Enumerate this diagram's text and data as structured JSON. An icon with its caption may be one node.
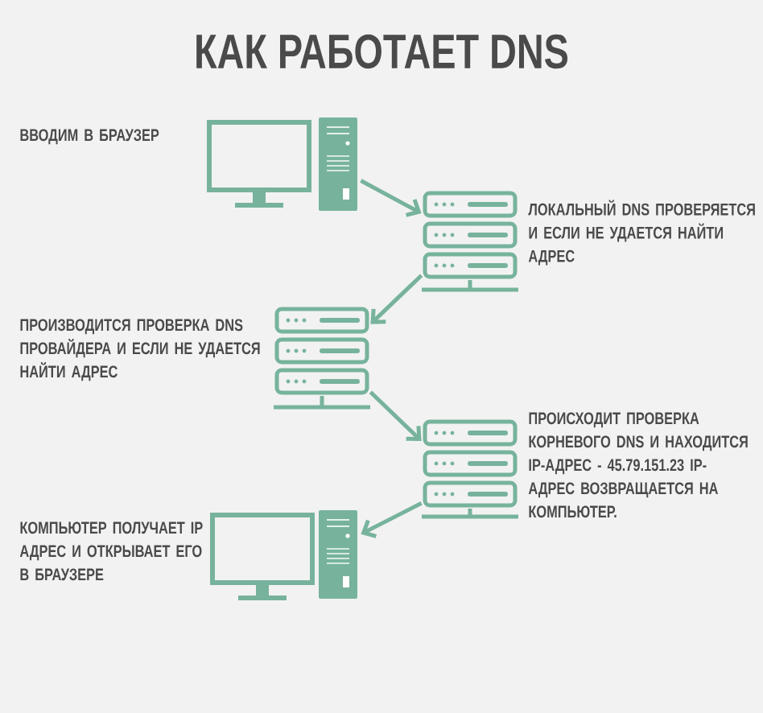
{
  "diagram": {
    "title": "КАК РАБОТАЕТ DNS",
    "nodes": [
      {
        "text": [],
        "shape": "computer",
        "beside": [
          "ВВОДИМ В БРАУЗЕР"
        ]
      },
      {
        "text": [],
        "shape": "server",
        "beside": [
          "ЛОКАЛЬНЫЙ DNS ПРОВЕРЯЕТСЯ И ЕСЛИ НЕ УДАЕТСЯ НАЙТИ АДРЕС"
        ]
      },
      {
        "text": [],
        "shape": "server",
        "beside": [
          "ПРОИЗВОДИТСЯ ПРОВЕРКА DNS ПРОВАЙДЕРА И ЕСЛИ НЕ УДАЕТСЯ НАЙТИ АДРЕС"
        ]
      },
      {
        "text": [],
        "shape": "server",
        "beside": [
          "ПРОИСХОДИТ ПРОВЕРКА КОРНЕВОГО DNS И НАХОДИТСЯ IP-АДРЕС - 45.79.151.23 IP-АДРЕС ВОЗВРАЩАЕТСЯ НА КОМПЬЮТЕР."
        ]
      },
      {
        "text": [],
        "shape": "computer",
        "beside": [
          "КОМПЬЮТЕР ПОЛУЧАЕТ IP АДРЕС И ОТКРЫВАЕТ ЕГО В БРАУЗЕРЕ"
        ]
      }
    ],
    "edges": [
      {
        "from": 0,
        "to": 1,
        "arrow": "to"
      },
      {
        "from": 1,
        "to": 2,
        "arrow": "to"
      },
      {
        "from": 2,
        "to": 3,
        "arrow": "to"
      },
      {
        "from": 3,
        "to": 4,
        "arrow": "to"
      }
    ]
  }
}
